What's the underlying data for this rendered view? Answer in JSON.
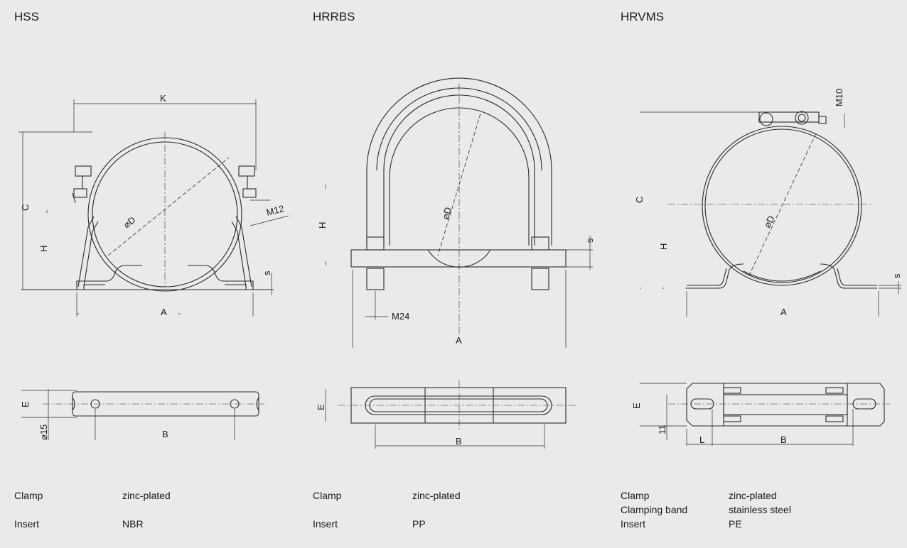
{
  "products": [
    {
      "title": "HSS",
      "specs": [
        {
          "label": "Clamp",
          "value": "zinc-plated"
        },
        {
          "label": "Insert",
          "value": "NBR"
        }
      ]
    },
    {
      "title": "HRRBS",
      "specs": [
        {
          "label": "Clamp",
          "value": "zinc-plated"
        },
        {
          "label": "Insert",
          "value": "PP"
        }
      ]
    },
    {
      "title": "HRVMS",
      "specs": [
        {
          "label": "Clamp",
          "value": "zinc-plated"
        },
        {
          "label": "Clamping band",
          "value": "stainless steel"
        },
        {
          "label": "Insert",
          "value": "PE"
        }
      ]
    }
  ],
  "dimension_labels": {
    "hss": {
      "K": "K",
      "C": "C",
      "H": "H",
      "D": "⌀D",
      "M12": "M12",
      "s": "s",
      "A": "A",
      "E": "E",
      "d15": "⌀15",
      "B": "B"
    },
    "hrrbs": {
      "H": "H",
      "D": "⌀D",
      "s": "s",
      "M24": "M24",
      "A": "A",
      "E": "E",
      "B": "B"
    },
    "hrvms": {
      "M10": "M10",
      "C": "C",
      "H": "H",
      "D": "⌀D",
      "s": "s",
      "A": "A",
      "E": "E",
      "d11": "11",
      "L": "L",
      "B": "B"
    }
  }
}
